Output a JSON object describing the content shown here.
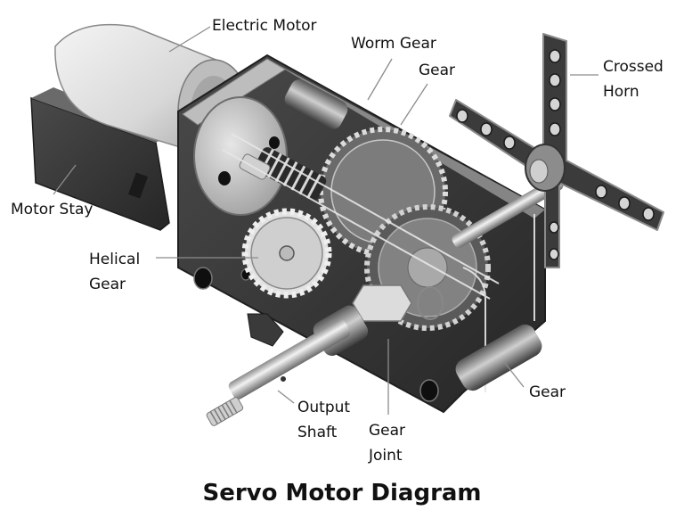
{
  "diagram": {
    "title": "Servo Motor Diagram",
    "style": "grayscale cutaway illustration",
    "colors": {
      "background": "#ffffff",
      "housing_dark": "#3a3a3a",
      "metal_light": "#d9d9d9",
      "metal_mid": "#9a9a9a",
      "leader_line": "#8c8c8c",
      "text": "#111111"
    },
    "labels": {
      "electric_motor": "Electric Motor",
      "worm_gear": "Worm Gear",
      "gear_top": "Gear",
      "crossed_horn_line1": "Crossed",
      "crossed_horn_line2": "Horn",
      "motor_stay": "Motor Stay",
      "helical_gear_line1": "Helical",
      "helical_gear_line2": "Gear",
      "output_shaft_line1": "Output",
      "output_shaft_line2": "Shaft",
      "gear_joint_line1": "Gear",
      "gear_joint_line2": "Joint",
      "gear_bottom": "Gear"
    },
    "components": [
      "Electric Motor",
      "Worm Gear",
      "Gear",
      "Crossed Horn",
      "Motor Stay",
      "Helical Gear",
      "Output Shaft",
      "Gear Joint",
      "Gear"
    ]
  }
}
